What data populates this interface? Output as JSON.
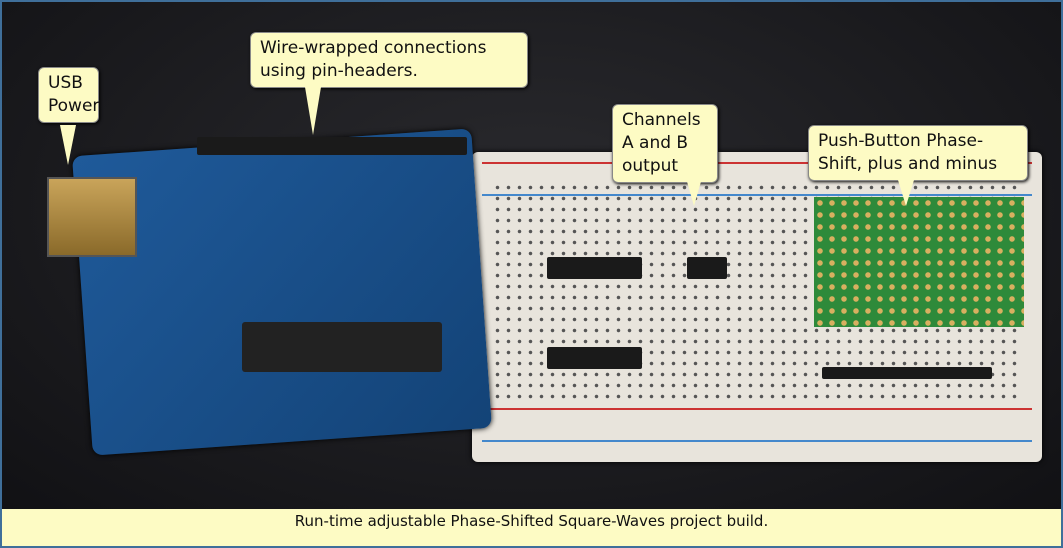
{
  "callouts": {
    "usb_power": [
      "USB",
      "Power"
    ],
    "wire_wrapped": [
      "Wire-wrapped connections",
      "using pin-headers."
    ],
    "channels": [
      "Channels",
      "A and B",
      "output"
    ],
    "push_button": [
      "Push-Button Phase-",
      "Shift, plus and minus"
    ]
  },
  "caption": "Run-time adjustable Phase-Shifted Square-Waves project build."
}
